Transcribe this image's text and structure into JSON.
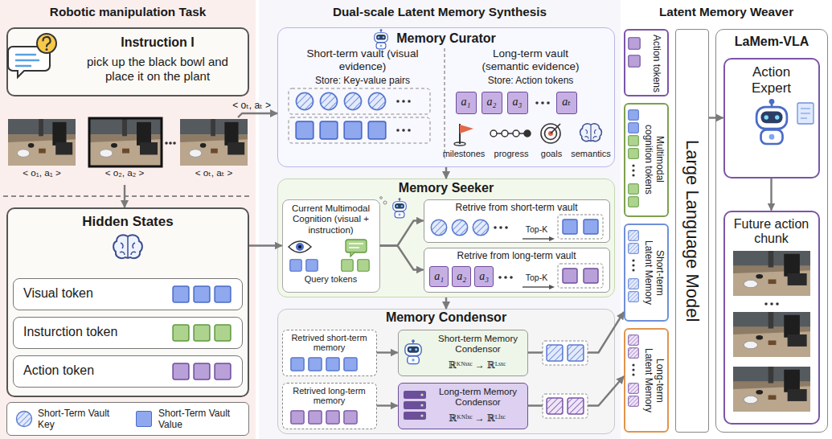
{
  "diagram": {
    "nodes": [
      {
        "text": [
          "Robotic manipulation Task"
        ]
      },
      {
        "text": [
          "Instruction I",
          "pick up the black bowl and place it on the plant"
        ],
        "in": 0
      },
      {
        "text": [
          "< o₁, a₁ >"
        ],
        "in": 0
      },
      {
        "text": [
          "< o₂, a₂ >"
        ],
        "in": 0
      },
      {
        "text": [
          "< oₜ, aₜ >"
        ],
        "in": 0
      },
      {
        "text": [
          "Hidden States"
        ],
        "in": 0
      },
      {
        "text": [
          "Visual token"
        ],
        "in": 5
      },
      {
        "text": [
          "Insturction token"
        ],
        "in": 5
      },
      {
        "text": [
          "Action token"
        ],
        "in": 5
      },
      {
        "text": [
          "Dual-scale Latent Memory Synthesis"
        ]
      },
      {
        "text": [
          "Memory Curator",
          "Short-term vault (visual evidence)",
          "Store: Key-value pairs",
          "Long-term vault (semantic evidence)",
          "Store: Action tokens",
          "milestones",
          "progress",
          "goals",
          "semantics"
        ],
        "in": 9
      },
      {
        "text": [
          "a₁"
        ],
        "in": 10
      },
      {
        "text": [
          "a₂"
        ],
        "in": 10
      },
      {
        "text": [
          "a₃"
        ],
        "in": 10
      },
      {
        "text": [
          "aₜ"
        ],
        "in": 10
      },
      {
        "text": [
          "Memory Seeker"
        ],
        "in": 9
      },
      {
        "text": [
          "Current Multimodal Cognition (visual + instruction)",
          "Query tokens"
        ],
        "in": 15
      },
      {
        "text": [
          "Retrive from short-term vault",
          "Top-K"
        ],
        "in": 15
      },
      {
        "text": [
          "Retrive from long-term vault",
          "Top-K"
        ],
        "in": 15
      },
      {
        "text": [
          "a₁"
        ],
        "in": 18
      },
      {
        "text": [
          "a₂"
        ],
        "in": 18
      },
      {
        "text": [
          "a₃"
        ],
        "in": 18
      },
      {
        "text": [
          "Memory Condensor"
        ],
        "in": 9
      },
      {
        "text": [
          "Retrived short-term memory"
        ],
        "in": 22
      },
      {
        "text": [
          "Short-term Memory Condensor",
          "ℝᴷᴺˢˣᶜ → ℝᴸˢˣᶜ"
        ],
        "in": 22
      },
      {
        "text": [
          "Retrived long-term memory"
        ],
        "in": 22
      },
      {
        "text": [
          "Long-term Memory Condensor",
          "ℝᴷᴺˡˣᶜ → ℝᴸˡˣᶜ"
        ],
        "in": 22
      },
      {
        "text": [
          "Latent Memory Weaver"
        ]
      },
      {
        "text": [
          "Action tokens"
        ],
        "in": 27
      },
      {
        "text": [
          "Multimodal cognition tokens"
        ],
        "in": 27
      },
      {
        "text": [
          "Short-term Latent Memory"
        ],
        "in": 27
      },
      {
        "text": [
          "Long-term Latent Memory"
        ],
        "in": 27
      },
      {
        "text": [
          "Large Language Model"
        ],
        "in": 27
      },
      {
        "text": [
          "LaMem-VLA"
        ],
        "in": 27
      },
      {
        "text": [
          "Action Expert"
        ],
        "in": 33
      },
      {
        "text": [
          "Future action chunk"
        ],
        "in": 33
      }
    ],
    "edges": [
      {
        "from": 4,
        "to": 10,
        "arrow": "to",
        "label": "< oₜ, aₜ >"
      },
      {
        "from": 3,
        "to": 5,
        "arrow": "to"
      },
      {
        "from": 5,
        "to": 16,
        "arrow": "to"
      },
      {
        "from": 10,
        "to": 15,
        "arrow": "to"
      },
      {
        "from": 16,
        "to": 17,
        "arrow": "to"
      },
      {
        "from": 16,
        "to": 18,
        "arrow": "to"
      },
      {
        "from": 15,
        "to": 22,
        "arrow": "to"
      },
      {
        "from": 23,
        "to": 24,
        "arrow": "to"
      },
      {
        "from": 25,
        "to": 26,
        "arrow": "to"
      },
      {
        "from": 24,
        "to": 30,
        "arrow": "to"
      },
      {
        "from": 26,
        "to": 31,
        "arrow": "to"
      },
      {
        "from": 32,
        "to": 34,
        "arrow": "to"
      },
      {
        "from": 34,
        "to": 35,
        "arrow": "to"
      }
    ],
    "legend": [
      {
        "text": "Short-Term Vault Key"
      },
      {
        "text": "Short-Term Vault Value",
        "color": "#8fa8ee"
      }
    ]
  }
}
